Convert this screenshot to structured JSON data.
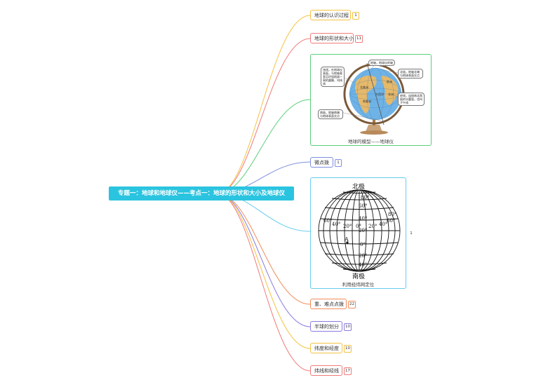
{
  "root": {
    "label": "专题一：地球和地球仪——考点一：地球的形状和大小及地球仪"
  },
  "branches": [
    {
      "label": "地球的认识过程",
      "count": "1",
      "color": "#f5c242"
    },
    {
      "label": "地球的形状和大小",
      "count": "11",
      "color": "#f07b7b"
    },
    {
      "label": "微点拨",
      "count": "1",
      "color": "#7f8fe0"
    },
    {
      "label": "重、难点点拨",
      "count": "22",
      "color": "#f28c5a"
    },
    {
      "label": "半球的划分",
      "count": "10",
      "color": "#8a7be0"
    },
    {
      "label": "纬度和经度",
      "count": "10",
      "color": "#f5c242"
    },
    {
      "label": "纬线和经线",
      "count": "17",
      "color": "#f07b7b"
    }
  ],
  "globe_card": {
    "caption": "地球的模型——地球仪",
    "callouts": [
      "地轴，地球仪的轴",
      "纬线，在地球仪表面，与地轴垂直且环绕地球一周的圆圈，叫纬线",
      "北极，地轴北端与地球表面交点",
      "经线，连接南北两极的半圆弧，也叫子午线",
      "南极，地轴南端与地球表面交点"
    ],
    "map_labels": [
      "北美洲",
      "南美洲",
      "大西洋",
      "非洲",
      "欧洲"
    ]
  },
  "graticule_card": {
    "caption": "利用经纬网定位",
    "badge": "1",
    "north_label": "北极",
    "south_label": "南极",
    "point_label": "A",
    "lat_labels": [
      "80°",
      "60°",
      "40°",
      "20°",
      "0°",
      "20°",
      "40°"
    ],
    "lon_labels": [
      "60°",
      "40°",
      "20°",
      "0°",
      "20°",
      "40°",
      "60°",
      "80°"
    ]
  },
  "colors": {
    "root": "#2bc4e0",
    "green": "#5bcf7a",
    "cyan": "#66ccee"
  }
}
